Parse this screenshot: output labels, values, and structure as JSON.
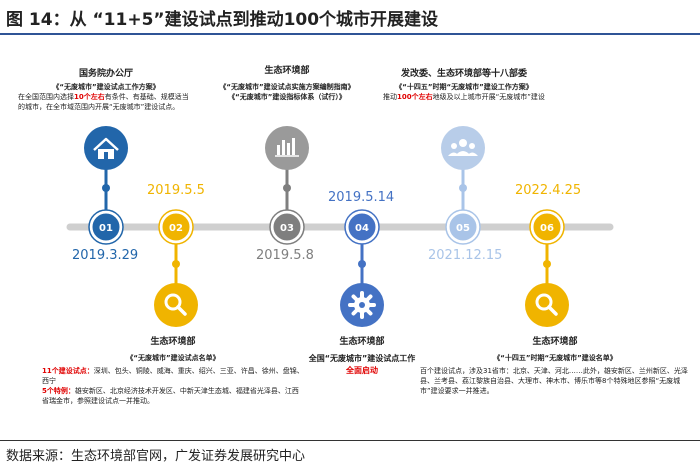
{
  "title": "图 14：从 “11+5”建设试点到推动100个城市开展建设",
  "source": "数据来源：生态环境部官网，广发证券发展研究中心",
  "milestones": [
    {
      "num": "01",
      "date": "2019.3.29",
      "org": "国务院办公厅",
      "doc": "《“无废城市”建设试点工作方案》",
      "text_pre": "在全国范围内选择",
      "text_hl": "10个左右",
      "text_post": "有条件、有基础、规模适当的城市，在全市域范围内开展“无废城市”建设试点。"
    },
    {
      "num": "02",
      "date": "2019.5.5",
      "org": "生态环境部",
      "doc": "《“无废城市”建设试点名单》",
      "line1_hl": "11个建设试点：",
      "line1_text": "深圳、包头、铜陵、威海、重庆、绍兴、三亚、许昌、徐州、盘锦、西宁",
      "line2_hl": "5个特例：",
      "line2_text": "雄安新区、北京经济技术开发区、中新天津生态城、福建省光泽县、江西省瑞金市，参照建设试点一并推动。"
    },
    {
      "num": "03",
      "date": "2019.5.8",
      "org": "生态环境部",
      "doc1": "《“无废城市”建设试点实施方案编制指南》",
      "doc2": "《“无废城市”建设指标体系（试行）》"
    },
    {
      "num": "04",
      "date": "2019.5.14",
      "org": "生态环境部",
      "text_pre": "全国“无废城市”建设试点工作",
      "text_hl": "全面启动"
    },
    {
      "num": "05",
      "date": "2021.12.15",
      "org": "发改委、生态环境部等十八部委",
      "doc": "《“十四五”时期“无废城市”建设工作方案》",
      "text_pre": "推动",
      "text_hl": "100个左右",
      "text_post": "地级及以上城市开展“无废城市”建设"
    },
    {
      "num": "06",
      "date": "2022.4.25",
      "org": "生态环境部",
      "doc": "《“十四五”时期“无废城市”建设名单》",
      "text": "百个建设试点，涉及31省市：北京、天津、河北……此外，雄安新区、兰州新区、光泽县、兰考县、荔江黎族自治县、大理市、神木市、博乐市等8个特殊地区参照“无废城市”建设要求一并推进。"
    }
  ],
  "colors": {
    "dark_blue": "#2266aa",
    "mid_blue": "#4472c4",
    "light_blue": "#a9c4e8",
    "gold": "#f0b400",
    "grey": "#7f7f7f",
    "red": "#e00000"
  }
}
